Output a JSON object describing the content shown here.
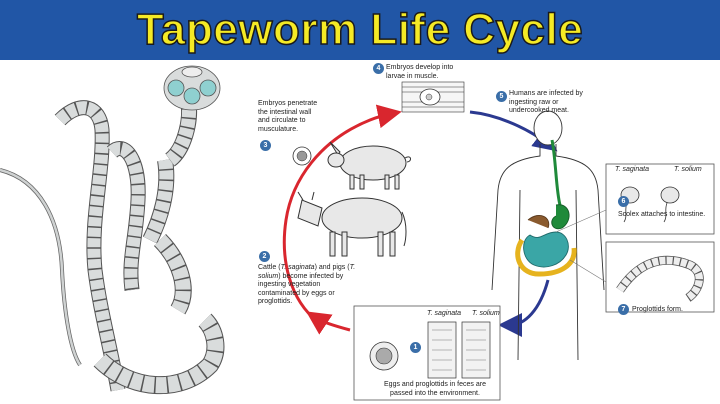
{
  "title": "Tapeworm Life Cycle",
  "steps": [
    {
      "num": "1",
      "text": "Eggs and proglottids in feces are passed into the environment."
    },
    {
      "num": "2",
      "text_pre": "Cattle (",
      "sp1": "T. saginata",
      "text_mid": ") and pigs (",
      "sp2": "T. solium",
      "text_post": ") become infected by ingesting vegetation contaminated by eggs or proglottids."
    },
    {
      "num": "3",
      "text": "Embryos penetrate the intestinal wall and circulate to musculature."
    },
    {
      "num": "4",
      "text": "Embryos develop into larvae in muscle."
    },
    {
      "num": "5",
      "text": "Humans are infected by ingesting raw or undercooked meat."
    },
    {
      "num": "6",
      "text": "Scolex attaches to intestine."
    },
    {
      "num": "7",
      "text": "Proglottids form."
    }
  ],
  "species": {
    "saginata": "T. saginata",
    "solium": "T. solium"
  },
  "colors": {
    "title_bg": "#2156a6",
    "title_text": "#f5ea25",
    "arrow_red": "#d9262e",
    "arrow_blue": "#2b3990",
    "badge": "#3a6ea8",
    "scolex": "#8fd0d0"
  }
}
